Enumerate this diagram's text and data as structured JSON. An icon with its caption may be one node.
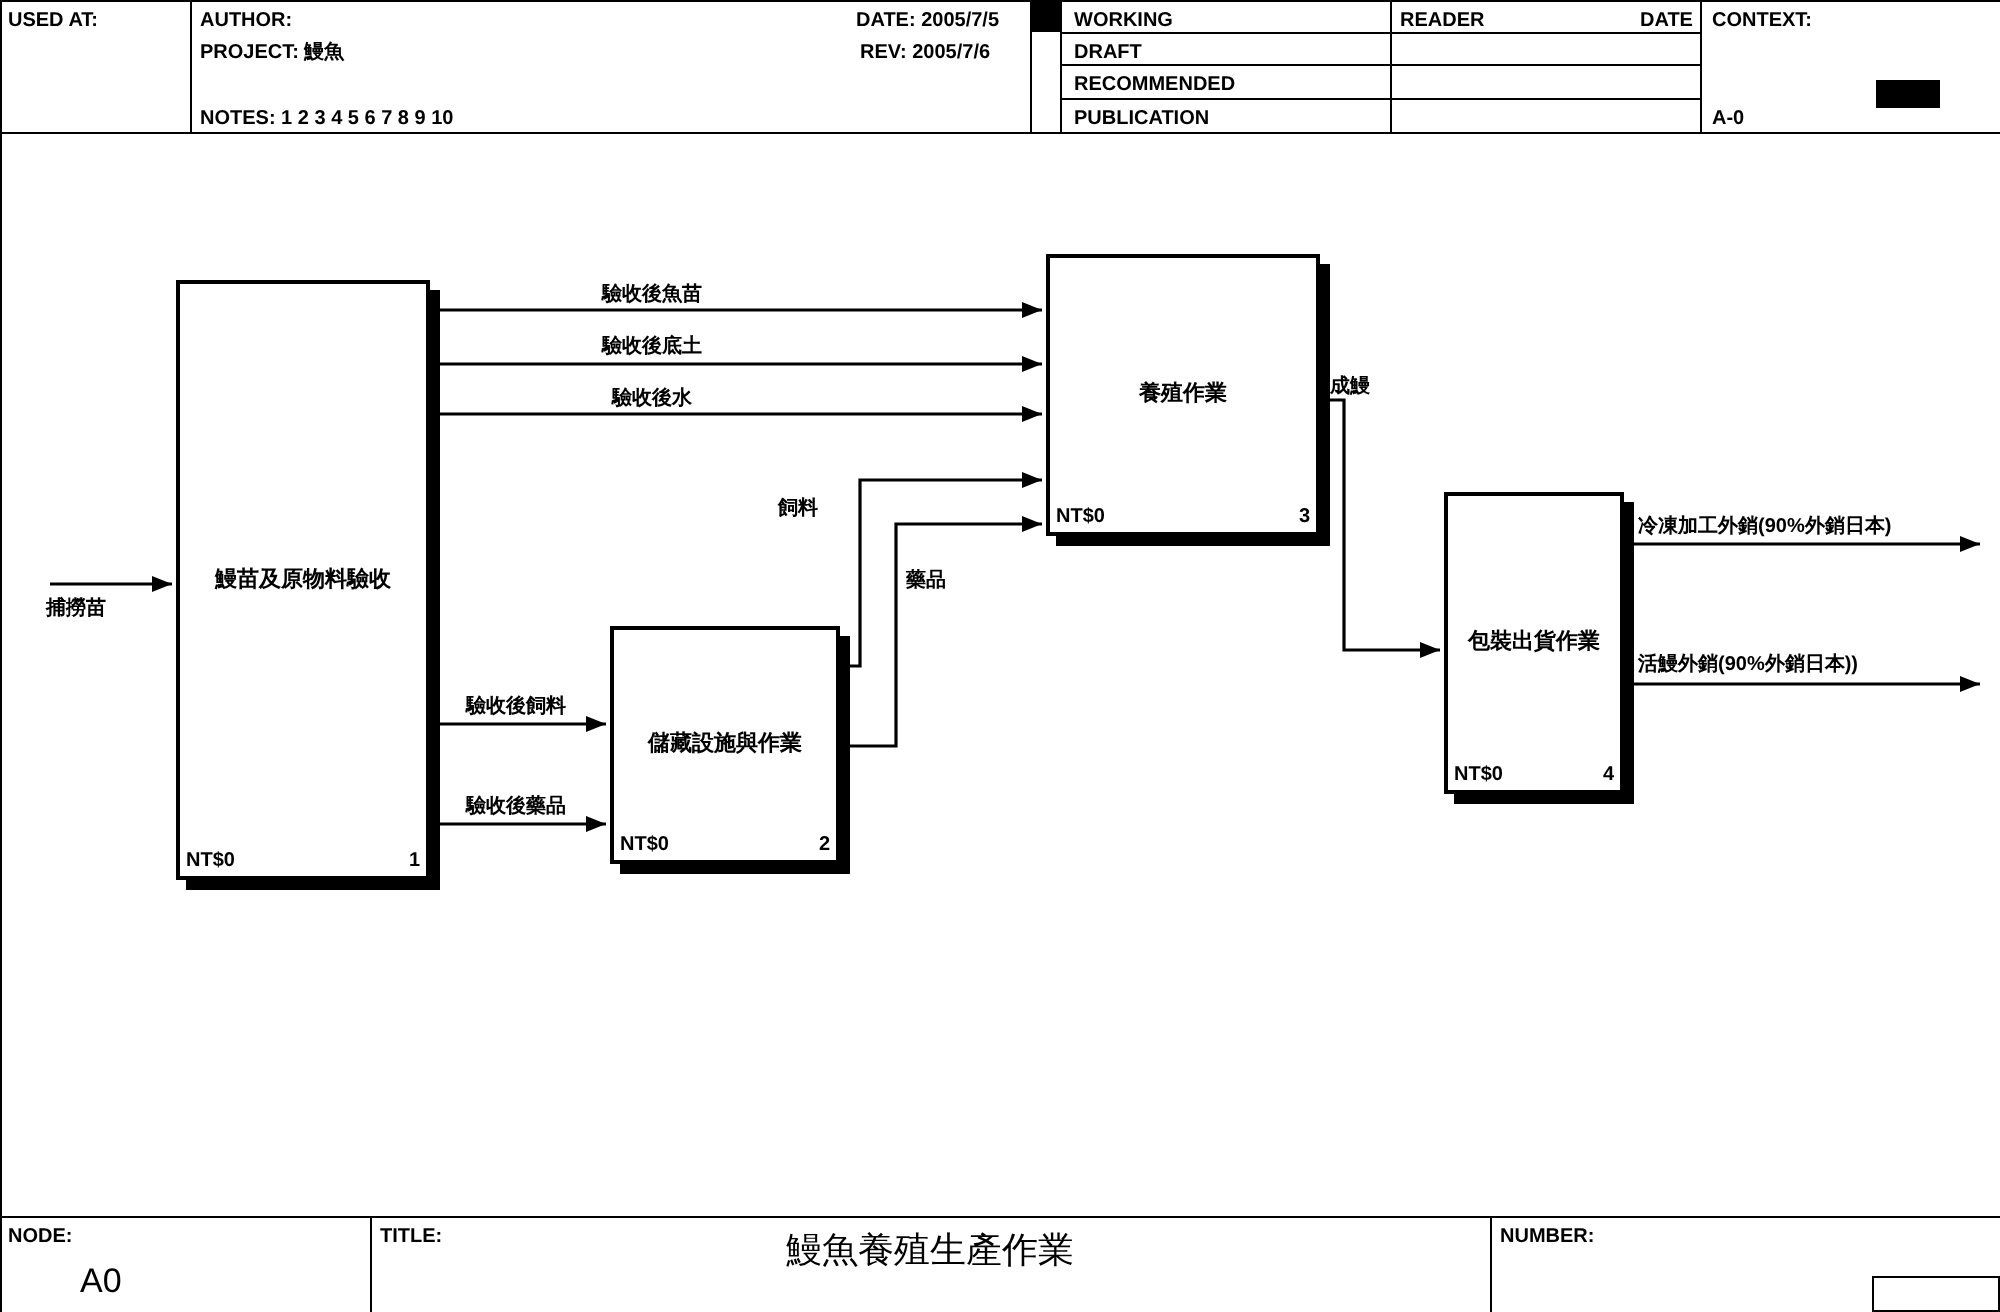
{
  "diagram": {
    "title": "鰻魚養殖生產作業",
    "nodes": [
      {
        "text": [
          "鰻苗及原物料驗收",
          "NT$0",
          "1"
        ]
      },
      {
        "text": [
          "儲藏設施與作業",
          "NT$0",
          "2"
        ]
      },
      {
        "text": [
          "養殖作業",
          "NT$0",
          "3"
        ]
      },
      {
        "text": [
          "包裝出貨作業",
          "NT$0",
          "4"
        ]
      }
    ],
    "edges": [
      {
        "from": null,
        "to": 0,
        "arrow": "to",
        "label": "捕撈苗"
      },
      {
        "from": 0,
        "to": 2,
        "arrow": "to",
        "label": "驗收後魚苗"
      },
      {
        "from": 0,
        "to": 2,
        "arrow": "to",
        "label": "驗收後底土"
      },
      {
        "from": 0,
        "to": 2,
        "arrow": "to",
        "label": "驗收後水"
      },
      {
        "from": 0,
        "to": 1,
        "arrow": "to",
        "label": "驗收後飼料"
      },
      {
        "from": 0,
        "to": 1,
        "arrow": "to",
        "label": "驗收後藥品"
      },
      {
        "from": 1,
        "to": 2,
        "arrow": "to",
        "label": "飼料"
      },
      {
        "from": 1,
        "to": 2,
        "arrow": "to",
        "label": "藥品"
      },
      {
        "from": 2,
        "to": 3,
        "arrow": "to",
        "label": "成鰻"
      },
      {
        "from": 3,
        "to": null,
        "arrow": "to",
        "label": "冷凍加工外銷(90%外銷日本)"
      },
      {
        "from": 3,
        "to": null,
        "arrow": "to",
        "label": "活鰻外銷(90%外銷日本))"
      }
    ],
    "labels": [
      "USED AT:",
      "AUTHOR:",
      "DATE: 2005/7/5",
      "WORKING",
      "READER",
      "DATE",
      "CONTEXT:",
      "PROJECT: 鰻魚",
      "REV: 2005/7/6",
      "DRAFT",
      "RECOMMENDED",
      "NOTES: 1 2 3 4 5 6 7 8 9 10",
      "PUBLICATION",
      "A-0",
      "NODE:",
      "A0",
      "TITLE:",
      "NUMBER:"
    ]
  }
}
